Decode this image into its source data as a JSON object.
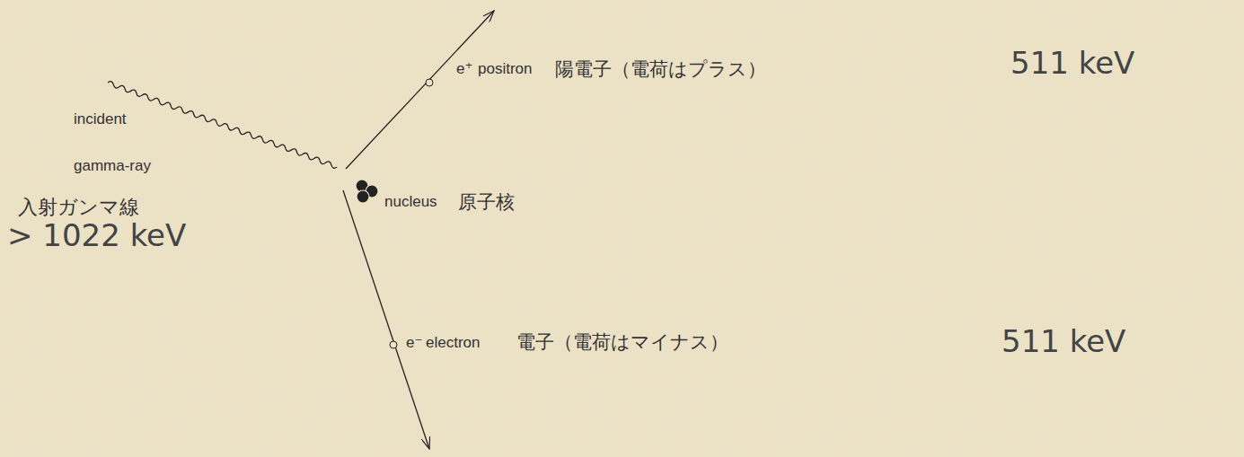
{
  "diagram": {
    "labels": [
      "e⁺",
      "positron",
      "陽電子（電荷はプラス）",
      "511 keV",
      "incident",
      "gamma-ray",
      "nucleus",
      "原子核",
      "入射ガンマ線",
      "> 1022 keV",
      "e⁻",
      "electron",
      "電子（電荷はマイナス）",
      "511 keV"
    ]
  }
}
